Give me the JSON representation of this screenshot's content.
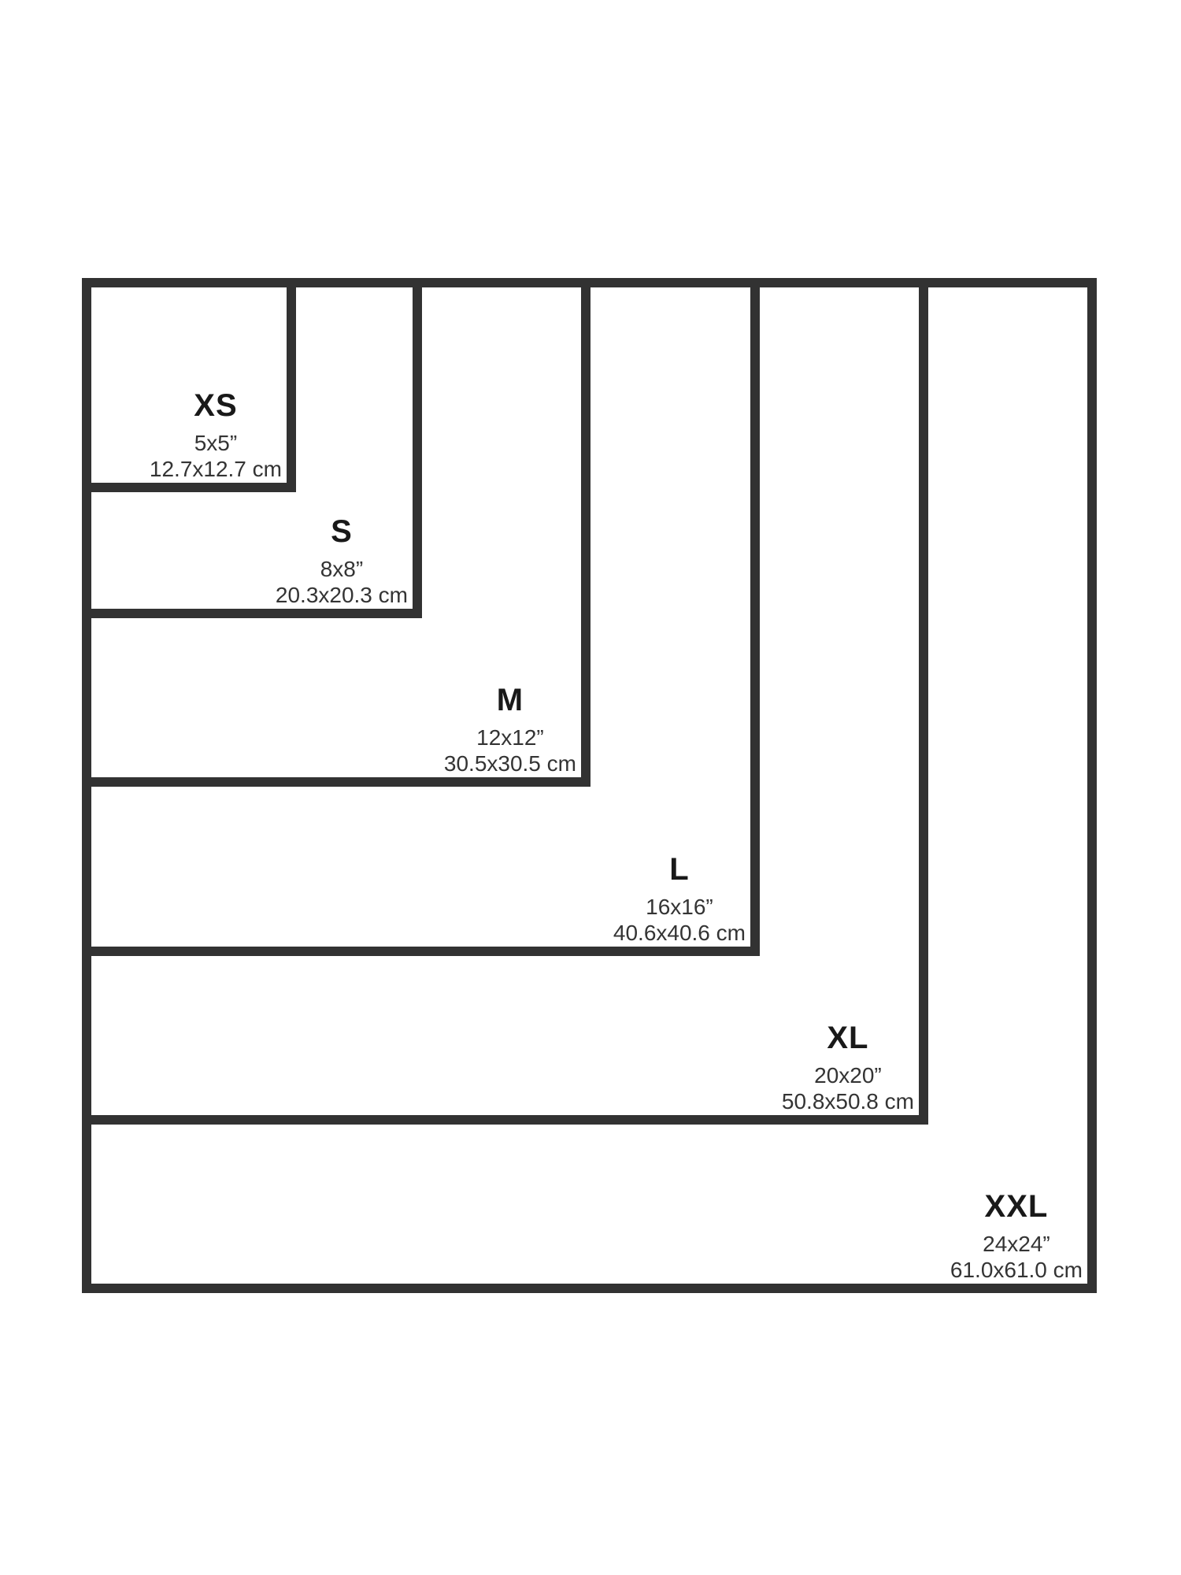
{
  "colors": {
    "background": "#ffffff",
    "border": "#323232",
    "name_text": "#191919",
    "dims_text": "#343434"
  },
  "sizes": [
    {
      "name": "XS",
      "inches": "5x5”",
      "cm": "12.7x12.7 cm"
    },
    {
      "name": "S",
      "inches": "8x8”",
      "cm": "20.3x20.3 cm"
    },
    {
      "name": "M",
      "inches": "12x12”",
      "cm": "30.5x30.5 cm"
    },
    {
      "name": "L",
      "inches": "16x16”",
      "cm": "40.6x40.6 cm"
    },
    {
      "name": "XL",
      "inches": "20x20”",
      "cm": "50.8x50.8 cm"
    },
    {
      "name": "XXL",
      "inches": "24x24”",
      "cm": "61.0x61.0 cm"
    }
  ]
}
